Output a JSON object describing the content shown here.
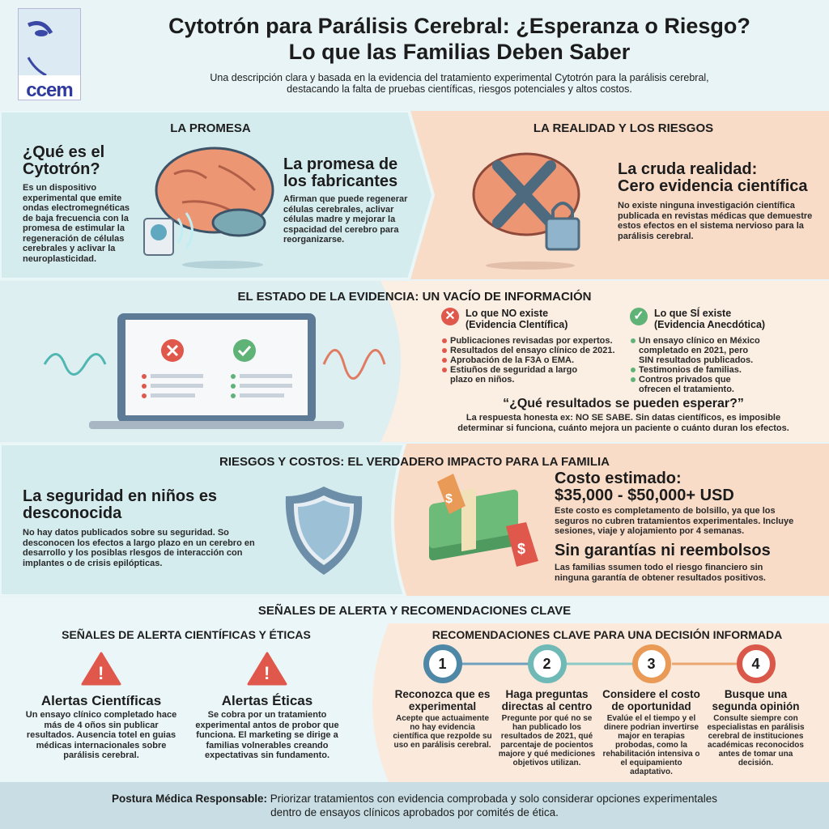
{
  "header": {
    "logo_text": "ccem",
    "title_line1": "Cytotrón para Parálisis Cerebral: ¿Esperanza o Riesgo?",
    "title_line2": "Lo que las Familias Deben Saber",
    "subtitle_line1": "Una descripción clara y basada en la evidencia del tratamiento experimental Cytotrón para la parálisis cerebral,",
    "subtitle_line2": "destacando la falta de pruebas científicas, riesgos potenciales y altos costos."
  },
  "promise": {
    "heading": "LA PROMESA",
    "what_title": "¿Qué es el Cytotrón?",
    "what_text": "Es un dispositivo experimental que emite ondas electromegnéticas de baja frecuencia con la promesa de estimular la regeneración de células cerebrales y aclivar la neuroplasticidad.",
    "makers_title": "La promesa de los fabricantes",
    "makers_text": "Afirman que puede regenerar células cerebrales, aclivar células madre y mejorar la cspacidad del cerebro para reorganizarse."
  },
  "reality": {
    "heading": "LA REALIDAD Y LOS RIESGOS",
    "title_line1": "La cruda realidad:",
    "title_line2": "Cero evidencia científica",
    "text": "No existe ninguna investigación científica publicada en revistas médicas que demuestre estos efectos en el sistema nervioso para la parálisis cerebral."
  },
  "evidence": {
    "heading": "EL ESTADO DE LA EVIDENCIA: UN VACÍO DE INFORMACIÓN",
    "no_title_line1": "Lo que NO existe",
    "no_title_line2": "(Evidencia Clentífica)",
    "no_items": [
      "Publicaciones revisadas por expertos.",
      "Resultados del ensayo clínico de 2021.",
      "Aprobación de la F3A o EMA.",
      "Estiuños de seguridad a largo plazo en niños."
    ],
    "yes_title_line1": "Lo que SÍ existe",
    "yes_title_line2": "(Evidencia Anecdótica)",
    "yes_items": [
      "Un ensayo clínico en México completado en 2021, pero SIN resultados publicados.",
      "Testimonios de familias.",
      "Contros privados que ofrecen el tratamiento."
    ],
    "question": "“¿Qué resultados se pueden esperar?”",
    "answer": "La respuesta honesta ex: NO SE SABE. Sin datas científicos, es imposible determinar si funciona, cuánto mejora un paciente o cuánto duran los efectos."
  },
  "risks": {
    "heading": "RIESGOS Y COSTOS: EL VERDADERO IMPACTO PARA LA FAMILIA",
    "safety_title": "La seguridad en niños es desconocida",
    "safety_text": "No hay datos publicados sobre su seguridad. So desconocen los efectos a largo plazo en un cerebro en desarrollo y los posiblas rlesgos de interacción con implantes o de crisis epilópticas.",
    "cost_title_line1": "Costo estimado:",
    "cost_title_line2": "$35,000 - $50,000+ USD",
    "cost_text": "Este costo es completamento de bolsillo, ya que los seguros no cubren tratamientos experimentales. Incluye sesiones, viaje y alojamiento por 4 semanas.",
    "refund_title": "Sin garantías ni reembolsos",
    "refund_text": "Las familias ssumen todo el riesgo financiero sin ninguna garantía de obtener resultados positivos.",
    "tag_symbol": "$"
  },
  "alerts": {
    "heading": "SEÑALES DE ALERTA Y RECOMENDACIONES CLAVE",
    "sub_heading": "SEÑALES DE ALERTA CIENTÍFICAS Y ÉTICAS",
    "icon_symbol": "!",
    "items": [
      {
        "title": "Alertas Científicas",
        "text": "Un ensayo clínico completado hace más de 4 oños sin publicar resultados. Ausencia totel en guias médicas internacionales sobre parálisis cerebral."
      },
      {
        "title": "Alertas Éticas",
        "text": "Se cobra por un tratamiento experimental antos de probor que funciona. El marketing se dirige a familias volnerables creando expectativas sin fundamento."
      }
    ]
  },
  "recommendations": {
    "heading": "RECOMENDACIONES CLAVE PARA UNA DECISIÓN INFORMADA",
    "steps": [
      {
        "num": "1",
        "title": "Reconozca que es experimental",
        "text": "Acepte que actuaimente no hay evidencia científica que rezpolde su uso en parálisis cerebral.",
        "color": "#4f87a6"
      },
      {
        "num": "2",
        "title": "Haga preguntas directas al centro",
        "text": "Pregunte por qué no se han publicado los resultados de 2021, qué parcentaje de pocientos majore y qué mediciones objetivos utilizan.",
        "color": "#6fb9b6"
      },
      {
        "num": "3",
        "title": "Considere el costo de oportunidad",
        "text": "Evalúe el el tiempo y el dinere podrian invertirse major en terapias probodas, como la rehabilitación intensiva o el equipamiento adaptativo.",
        "color": "#e99a57"
      },
      {
        "num": "4",
        "title": "Busque una segunda opinión",
        "text": "Consulte siempre con especialistas en parálisis cerebral de instituciones académicas reconocidos antes de tomar una decisión.",
        "color": "#d9584a"
      }
    ]
  },
  "footer": {
    "bold": "Postura Médica Responsable:",
    "text": " Priorizar tratamientos con evidencia comprobada y solo considerar opciones experimentales dentro de ensayos clínicos aprobados por comités de ética."
  },
  "colors": {
    "blue_bg": "#d5ecef",
    "peach_bg": "#f9dcc8",
    "red": "#e0574b",
    "green": "#5fb377",
    "footer_bg": "#c9dee4"
  }
}
